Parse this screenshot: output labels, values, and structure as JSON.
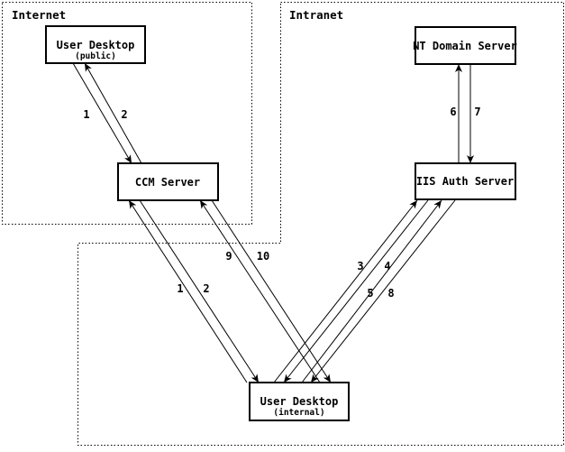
{
  "diagram": {
    "background_color": "#ffffff",
    "line_color": "#000000",
    "zones": [
      {
        "label": "Internet"
      },
      {
        "label": "Intranet"
      }
    ],
    "nodes": [
      {
        "id": "user-desktop-public",
        "title": "User Desktop",
        "subtitle": "(public)",
        "zone": "Internet"
      },
      {
        "id": "ccm-server",
        "title": "CCM Server",
        "subtitle": "",
        "zone": "Internet"
      },
      {
        "id": "nt-domain-server",
        "title": "NT Domain Server",
        "subtitle": "",
        "zone": "Intranet"
      },
      {
        "id": "iis-auth-server",
        "title": "IIS Auth Server",
        "subtitle": "",
        "zone": "Intranet"
      },
      {
        "id": "user-desktop-internal",
        "title": "User Desktop",
        "subtitle": "(internal)",
        "zone": "Intranet"
      }
    ],
    "edges": [
      {
        "label": "1",
        "from": "user-desktop-public",
        "to": "ccm-server"
      },
      {
        "label": "2",
        "from": "ccm-server",
        "to": "user-desktop-public"
      },
      {
        "label": "1",
        "from": "user-desktop-internal",
        "to": "ccm-server"
      },
      {
        "label": "2",
        "from": "ccm-server",
        "to": "user-desktop-internal"
      },
      {
        "label": "9",
        "from": "user-desktop-internal",
        "to": "ccm-server"
      },
      {
        "label": "10",
        "from": "ccm-server",
        "to": "user-desktop-internal"
      },
      {
        "label": "3",
        "from": "user-desktop-internal",
        "to": "iis-auth-server"
      },
      {
        "label": "4",
        "from": "iis-auth-server",
        "to": "user-desktop-internal"
      },
      {
        "label": "5",
        "from": "user-desktop-internal",
        "to": "iis-auth-server"
      },
      {
        "label": "8",
        "from": "iis-auth-server",
        "to": "user-desktop-internal"
      },
      {
        "label": "6",
        "from": "iis-auth-server",
        "to": "nt-domain-server"
      },
      {
        "label": "7",
        "from": "nt-domain-server",
        "to": "iis-auth-server"
      }
    ]
  }
}
